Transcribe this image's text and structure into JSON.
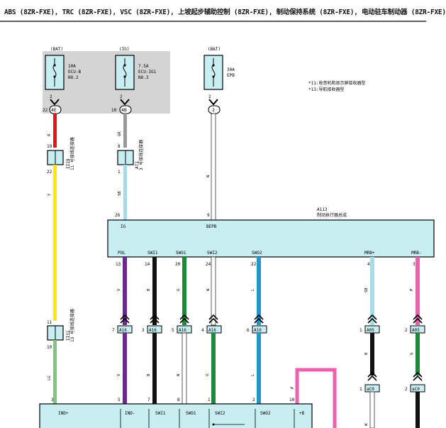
{
  "title": "ABS (8ZR-FXE), TRC (8ZR-FXE), VSC (8ZR-FXE), 上坡起步辅助控制 (8ZR-FXE), 制动保持系统 (8ZR-FXE), 电动驻车制动器 (8ZR-FXE)",
  "notes": [
    "*11:收音机和显示屏接收器型",
    "*13:导航接收器型"
  ],
  "fuses": [
    {
      "source": "(BAT)",
      "amp": "10A",
      "name": "ECU-B",
      "no": "NO.2",
      "pin": "2",
      "conn_pin": "22",
      "conn": "4E"
    },
    {
      "source": "(IG)",
      "amp": "7.5A",
      "name": "ECU-IG1",
      "no": "NO.3",
      "pin": "2",
      "conn_pin": "10",
      "conn": "4B"
    },
    {
      "source": "(BAT)",
      "amp": "30A",
      "name": "EPB",
      "pin": "2",
      "conn": "2"
    }
  ],
  "junctions": [
    {
      "id": "II29",
      "label": "11 号接线连接器",
      "pin_top": "19",
      "pin_bottom": "22"
    },
    {
      "id": "A71",
      "label": "3 号接线连接器",
      "pin_top": "8",
      "pin_bottom": "1"
    },
    {
      "id": "II31",
      "label": "13 号接线连接器",
      "pin_top": "11",
      "pin_bottom": "10"
    }
  ],
  "wire_colors": {
    "r": "R",
    "gr": "GR",
    "w": "W",
    "y": "Y",
    "sb": "SB",
    "lg": "LG",
    "v": "V",
    "b": "B",
    "g": "G",
    "l": "L",
    "p": "P"
  },
  "actuator": {
    "id": "A113",
    "name": "制动执行器总成",
    "top_pins": [
      {
        "label": "IG",
        "pin": "26"
      },
      {
        "label": "BEPB",
        "pin": "9"
      }
    ],
    "bottom_pins": [
      {
        "label": "POL",
        "pin": "13"
      },
      {
        "label": "SWI1",
        "pin": "14"
      },
      {
        "label": "SWO1",
        "pin": "20"
      },
      {
        "label": "SWI2",
        "pin": "24"
      },
      {
        "label": "SWO2",
        "pin": "22"
      },
      {
        "label": "MRB+",
        "pin": "4"
      },
      {
        "label": "MRB-",
        "pin": "3"
      }
    ]
  },
  "connectors": [
    {
      "pin": "7",
      "id": "A16"
    },
    {
      "pin": "3",
      "id": "A16"
    },
    {
      "pin": "5",
      "id": "A16"
    },
    {
      "pin": "4",
      "id": "A16"
    },
    {
      "pin": "6",
      "id": "A16"
    },
    {
      "pin": "1",
      "id": "A05"
    },
    {
      "pin": "2",
      "id": "A05"
    },
    {
      "pin": "1",
      "id": "aC0"
    },
    {
      "pin": "2",
      "id": "aC0"
    }
  ],
  "switch_pins": {
    "top": [
      "3",
      "5",
      "7",
      "8",
      "1",
      "2",
      "10"
    ],
    "labels": [
      "IND+",
      "IND-",
      "SWI1",
      "SWO1",
      "SWI2",
      "SWO2",
      "+B"
    ]
  }
}
